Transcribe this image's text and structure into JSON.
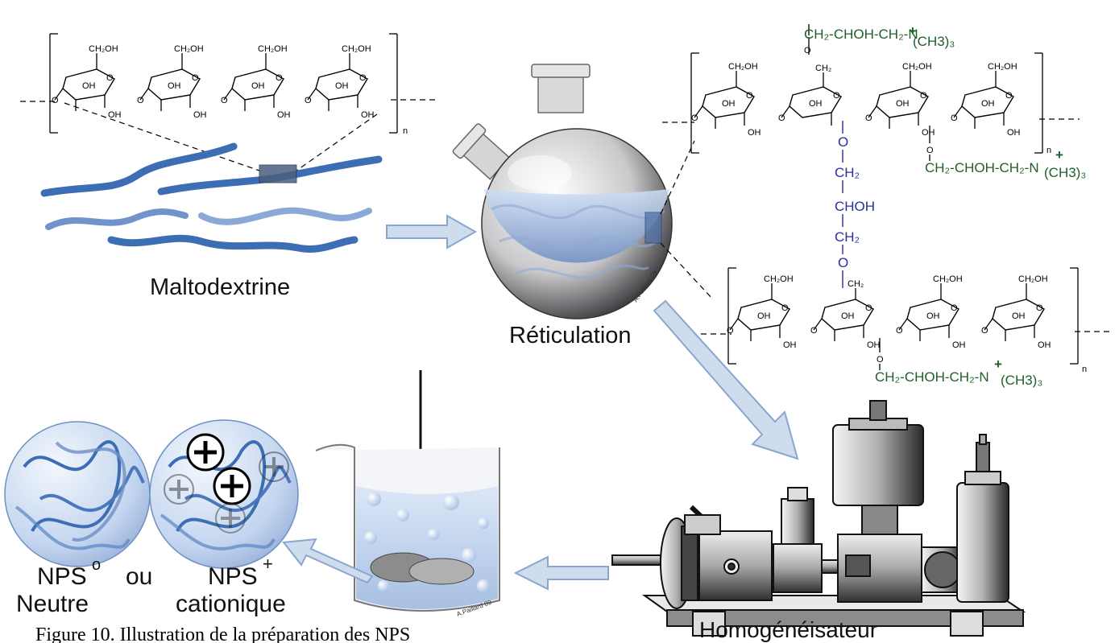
{
  "labels": {
    "maltodextrine": "Maltodextrine",
    "reticulation": "Réticulation",
    "homogeneisateur": "Homogénéisateur",
    "nps_neutral": "NPS",
    "nps_neutral_sup": "o",
    "ou": "ou",
    "neutre": "Neutre",
    "nps_cationic": "NPS",
    "nps_cationic_sup": "+",
    "cationique": "cationique",
    "caption": "Figure 10. Illustration de la préparation des NPS",
    "signature": "A.Paillard 09"
  },
  "chemistry": {
    "ch2oh": "CH₂OH",
    "oh": "OH",
    "o": "O",
    "n": "n",
    "cationic_group": "CH₂-CHOH-CH₂-N",
    "cationic_methyl": "(CH3)₃",
    "plus": "+",
    "ch2": "CH₂",
    "linker": [
      "O",
      "CH₂",
      "CHOH",
      "CH₂",
      "O"
    ]
  },
  "colors": {
    "polymer_blue": "#3d6db3",
    "linker_blue": "#2a2f9a",
    "cationic_green": "#1f5f2a",
    "arrow_fill": "#cfdcee",
    "arrow_stroke": "#8aa6cf",
    "solution": "#a9c4ea"
  }
}
